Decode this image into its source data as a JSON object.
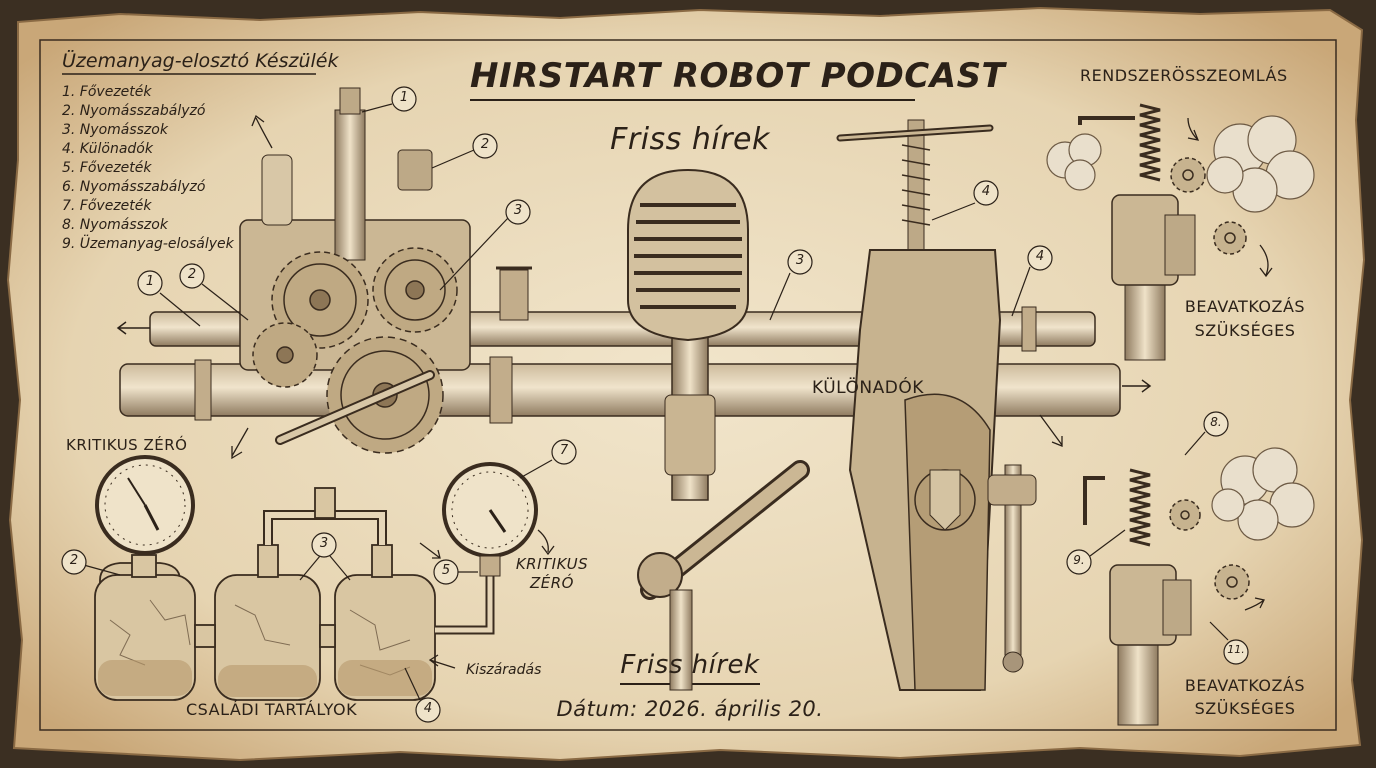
{
  "header": {
    "podcast_title": "HIRSTART ROBOT PODCAST",
    "subtitle_top": "Friss hírek",
    "subtitle_bottom": "Friss hírek",
    "date_line": "Dátum: 2026. április 20."
  },
  "legend": {
    "title": "Üzemanyag-elosztó Készülék",
    "items": [
      "1. Fővezeték",
      "2. Nyomásszabályzó",
      "3. Nyomásszok",
      "4. Különadók",
      "5. Fővezeték",
      "6. Nyomásszabályzó",
      "7. Fővezeték",
      "8. Nyomásszok",
      "9. Üzemanyag-elosályek"
    ]
  },
  "labels": {
    "pipe_label": "KÜLÖNADÓK",
    "critical_zero_left": "KRITIKUS ZÉRÓ",
    "critical_zero_right_1": "KRITIKUS",
    "critical_zero_right_2": "ZÉRÓ",
    "drying": "Kiszáradás",
    "family_tanks": "CSALÁDI TARTÁLYOK",
    "system_crash": "RENDSZERÖSSZEOMLÁS",
    "intervention_top_1": "BEAVATKOZÁS",
    "intervention_top_2": "SZÜKSÉGES",
    "intervention_bottom_1": "BEAVATKOZÁS",
    "intervention_bottom_2": "SZÜKSÉGES"
  },
  "callouts": [
    "1",
    "2",
    "3",
    "4",
    "5",
    "7",
    "8.",
    "9.",
    "11."
  ],
  "colors": {
    "paper": "#ecdfc4",
    "paper_dark": "#d8c29c",
    "ink": "#2b2118",
    "metal": "#a8957a",
    "edge": "#b58a57"
  }
}
